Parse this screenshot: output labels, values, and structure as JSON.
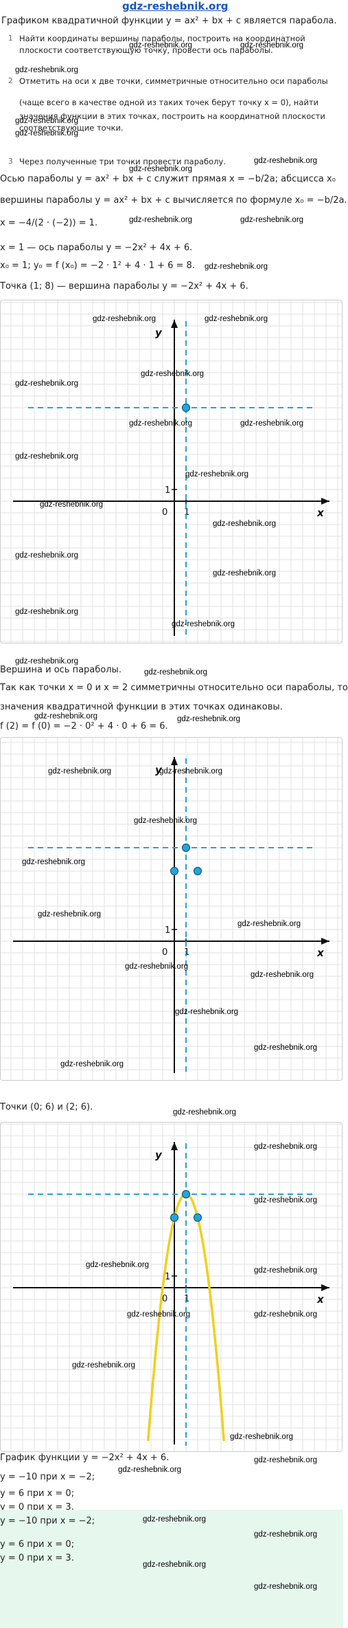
{
  "header": {
    "site": "gdz-reshebnik.org"
  },
  "watermark": "gdz-reshebnik.org",
  "intro": "Графиком квадратичной функции y = ax² + bx + c является парабола.",
  "steps": [
    {
      "n": "1",
      "lines": [
        "Найти координаты вершины параболы, построить на координатной",
        "плоскости соответствующую точку, провести ось параболы."
      ]
    },
    {
      "n": "2",
      "lines": [
        "Отметить на оси x две точки, симметричные относительно оси параболы",
        "(чаще всего в качестве одной из таких точек берут точку x = 0), найти",
        "значения функции в этих точках, построить на координатной плоскости",
        "соответствующие точки."
      ]
    },
    {
      "n": "3",
      "lines": [
        "Через полученные три точки провести параболу."
      ]
    }
  ],
  "calc": [
    "Осью параболы y = ax² + bx + c служит прямая x = −b/2a; абсцисса x₀",
    "вершины параболы y = ax² + bx + c вычисляется по формуле x₀ = −b/2a.",
    "x = −4/(2 · (−2)) = 1.",
    "x = 1 — ось параболы y = −2x² + 4x + 6.",
    "x₀ = 1; y₀ = f (x₀) = −2 · 1² + 4 · 1 + 6 = 8.",
    "Точка (1; 8) — вершина параболы y = −2x² + 4x + 6."
  ],
  "between": [
    "Вершина и ось параболы.",
    "Так как точки x = 0 и x = 2 симметричны относительно оси параболы, то",
    "значения квадратичной функции в этих точках одинаковы.",
    "f (2) = f (0) = −2 · 0² + 4 · 0 + 6 = 6."
  ],
  "points_caption": "Точки (0; 6) и (2; 6).",
  "result": [
    "График функции y = −2x² + 4x + 6.",
    "y = −10 при x = −2;",
    "y = 6 при x = 0;",
    "y = 0 при x = 3."
  ],
  "answer": [
    "y = −10 при x = −2;",
    "y = 6 при x = 0;",
    "y = 0 при x = 3."
  ],
  "axes": {
    "x": "x",
    "y": "y",
    "origin": "0",
    "one_x": "1",
    "one_y": "1"
  },
  "function": {
    "a": -2,
    "b": 4,
    "c": 6
  },
  "chart_data": [
    {
      "type": "scatter",
      "title": "",
      "x_range": [
        -10,
        10
      ],
      "y_range": [
        -12,
        12
      ],
      "vertex": [
        1,
        8
      ],
      "axis_x": 1,
      "points": []
    },
    {
      "type": "scatter",
      "title": "",
      "x_range": [
        -10,
        10
      ],
      "y_range": [
        -12,
        12
      ],
      "vertex": [
        1,
        8
      ],
      "axis_x": 1,
      "points": [
        [
          0,
          6
        ],
        [
          2,
          6
        ]
      ]
    },
    {
      "type": "line",
      "title": "",
      "x_range": [
        -10,
        10
      ],
      "y_range": [
        -12,
        12
      ],
      "vertex": [
        1,
        8
      ],
      "axis_x": 1,
      "points": [
        [
          0,
          6
        ],
        [
          2,
          6
        ]
      ],
      "curve": "y = -2x^2 + 4x + 6"
    }
  ],
  "colors": {
    "axis_line": "#2a9fd6",
    "curve": "#f2cf1d",
    "point": "#29a3d8",
    "grid": "#e2e2e2",
    "highlight": "#e6f7ee",
    "site": "#1a56b8"
  }
}
